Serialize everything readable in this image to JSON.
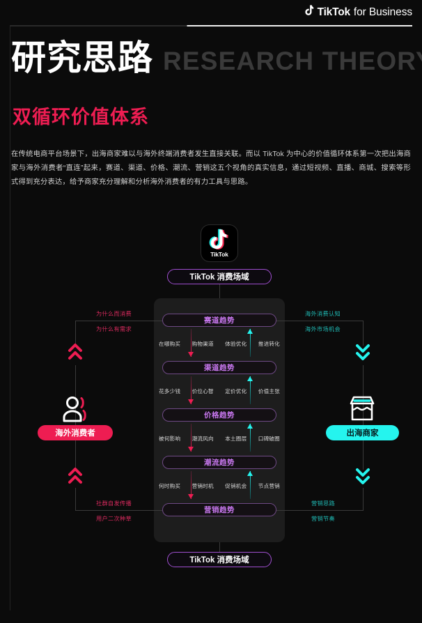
{
  "header": {
    "brand_tiktok": "TikTok",
    "brand_for_business": "for Business",
    "note_icon": "tiktok-note-icon"
  },
  "title": {
    "cn": "研究思路",
    "en": "RESEARCH THEORY",
    "subtitle": "双循环价值体系"
  },
  "paragraph": "在传统电商平台场景下，出海商家难以与海外终端消费者发生直接关联。而以 TikTok 为中心的价值循环体系第一次把出海商家与海外消费者“直连”起来，赛道、渠道、价格、潮流、营销这五个视角的真实信息，通过短视频、直播、商城、搜索等形式得到充分表达，给予商家充分理解和分析海外消费者的有力工具与思路。",
  "diagram": {
    "logo_word": "TikTok",
    "pill_top": "TikTok 消费场域",
    "pill_bottom": "TikTok 消费场域",
    "pill_left": "海外消费者",
    "pill_right": "出海商家",
    "left_icon": "person-icon",
    "right_icon": "storefront-icon",
    "trend_boxes": [
      {
        "label": "赛道趋势"
      },
      {
        "label": "渠道趋势"
      },
      {
        "label": "价格趋势"
      },
      {
        "label": "潮流趋势"
      },
      {
        "label": "营销趋势"
      }
    ],
    "keyword_rows": [
      {
        "items": [
          "在哪购买",
          "购物渠道",
          "体验优化",
          "推进转化"
        ]
      },
      {
        "items": [
          "花多少钱",
          "价位心智",
          "定价优化",
          "价值主张"
        ]
      },
      {
        "items": [
          "被何影响",
          "潮流风向",
          "本土圈层",
          "口碑破圈"
        ]
      },
      {
        "items": [
          "何时购买",
          "营销时机",
          "促销机会",
          "节点营销"
        ]
      }
    ],
    "left_labels": [
      "为什么而消费",
      "为什么有需求",
      "社群自发传播",
      "用户二次种草"
    ],
    "right_labels": [
      "海外消费认知",
      "海外市场机会",
      "营销思路",
      "营销节奏"
    ]
  },
  "colors": {
    "pink": "#ee1d52",
    "cyan": "#25f4ee",
    "purple": "#c978f0",
    "background": "#0b0b0b",
    "panel": "#1d1d1d"
  }
}
